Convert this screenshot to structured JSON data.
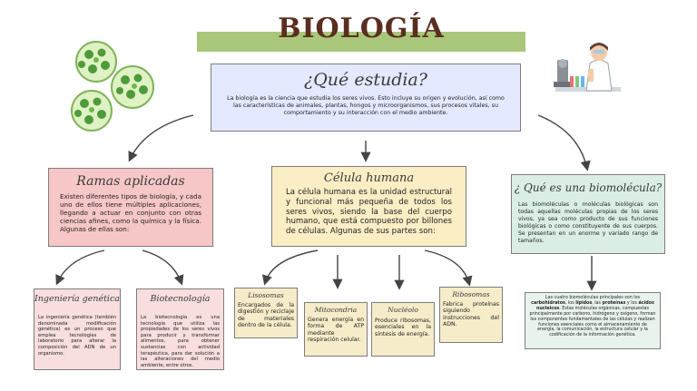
{
  "title": "BIOLOGÍA",
  "center_node": {
    "heading": "¿Qué estudia?",
    "text": "La biología es la ciencia que estudia los seres vivos. Esto incluye su origen y evolución, así como las características de animales, plantas, hongos y microorganismos, sus procesos vitales, su comportamiento y su interacción con el medio ambiente."
  },
  "left_node": {
    "heading": "Ramas aplicadas",
    "text": "Existen diferentes tipos de biología, y cada uno de ellos tiene múltiples aplicaciones, llegando a actuar en conjunto con otras ciencias afines, como la química y la física. Algunas de ellas son:"
  },
  "middle_node": {
    "heading": "Célula humana",
    "text": "La célula humana es la unidad estructural y funcional más pequeña de todos los seres vivos, siendo la base del cuerpo humano, que está compuesto por billones de células. Algunas de sus partes son:"
  },
  "right_node": {
    "heading": "¿ Qué es una biomolécula?",
    "text": "Las biomoléculas o moléculas biológicas son todas aquellas moléculas propias de los seres vivos, ya sea como producto de sus funciones biológicas o como constituyente de sus cuerpos. Se presentan en un enorme y variado rango de tamaños.",
    "detail_parts": [
      "Las cuatro biomoléculas principales son los ",
      "carbohidratos",
      ", los ",
      "lípidos",
      ", las ",
      "proteínas",
      " y los ",
      "ácidos nucleicos",
      ". Estas moléculas orgánicas, compuestas principalmente por carbono, hidrógeno y oxígeno, forman los componentes fundamentales de las células y realizan funciones esenciales como el almacenamiento de energía, la comunicación, la estructura celular y la codificación de la información genética."
    ]
  },
  "branches": [
    {
      "heading": "Ingeniería genética",
      "text": "La ingeniería genética (también denominada modificación genética) es un proceso que emplea tecnologías de laboratorio para alterar la composición del ADN de un organismo."
    },
    {
      "heading": "Biotecnología",
      "text": "La biotecnología es una tecnología que utiliza las propiedades de los seres vivos para producir y transformar alimentos, para obtener sustancias con actividad terapéutica, para dar solución a las alteraciones del medio ambiente, entre otros."
    }
  ],
  "cell_parts": [
    {
      "heading": "Lisosomas",
      "text": "Encargados de la digestión y reciclaje de materiales dentro de la célula."
    },
    {
      "heading": "Mitocondria",
      "text": "Genera energía en forma de ATP mediante respiración celular."
    },
    {
      "heading": "Nucléolo",
      "text": "Produce ribosomas, esenciales en la síntesis de energía."
    },
    {
      "heading": "Ribosomas",
      "text": "Fabrica proteínas siguiendo instrucciones del ADN."
    }
  ],
  "colors": {
    "title": "#5a2e1e",
    "title_bar": "#a9c77a",
    "center_fill": "#e4e9ff",
    "left_fill": "#f7c7c7",
    "middle_fill": "#fbedc4",
    "right_fill": "#dbeee6",
    "branch_fill": "#f8dede",
    "part_fill": "#f6ecc9",
    "detail_fill": "#e9f3ee",
    "arrow": "#444444"
  },
  "icons": [
    "cell-microscope-icon",
    "scientist-icon"
  ]
}
